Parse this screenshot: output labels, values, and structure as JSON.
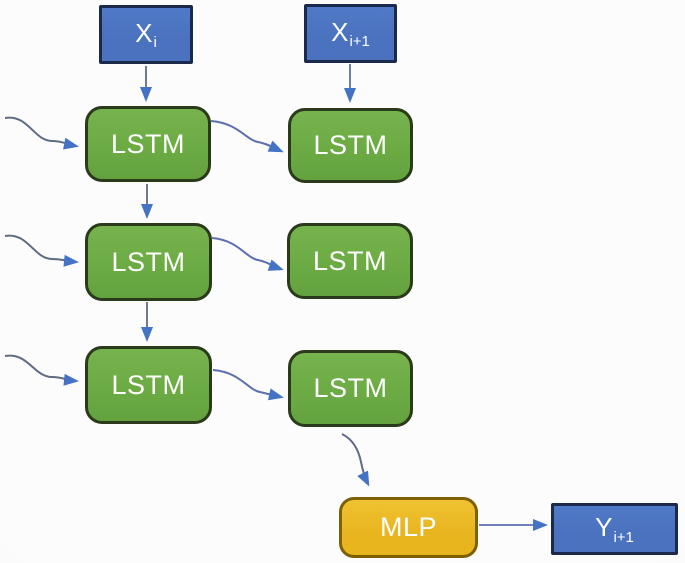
{
  "nodes": {
    "x_i": {
      "main": "X",
      "sub": "i"
    },
    "x_i_plus_1": {
      "main": "X",
      "sub": "i+1"
    },
    "lstm": {
      "label": "LSTM"
    },
    "mlp": {
      "label": "MLP"
    },
    "y_i_plus_1": {
      "main": "Y",
      "sub": "i+1"
    }
  },
  "colors": {
    "background": "#fcfcfc",
    "box_blue": "#4a72be",
    "box_blue_border": "#1b2a4a",
    "box_green": "#6cab44",
    "box_green_border": "#2b3a1a",
    "box_yellow": "#e8b51f",
    "box_yellow_border": "#7f6000",
    "label_text": "#ffffff",
    "arrow_stroke": "#5f6b84",
    "arrow_stroke_blue": "#5c6fae",
    "arrow_head": "#4472c4"
  }
}
